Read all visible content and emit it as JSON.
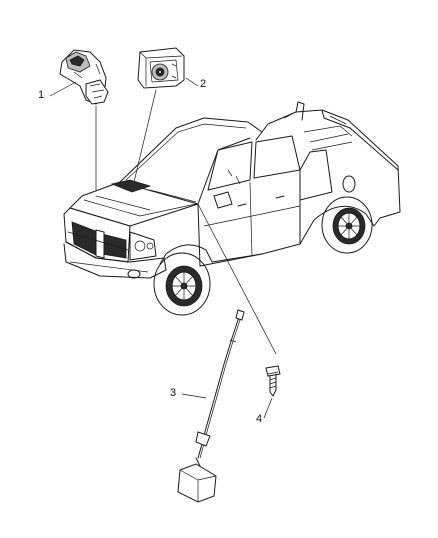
{
  "callouts": [
    {
      "id": "1",
      "label": "1"
    },
    {
      "id": "2",
      "label": "2"
    },
    {
      "id": "3",
      "label": "3"
    },
    {
      "id": "4",
      "label": "4"
    }
  ],
  "parts": [
    {
      "callout": "1",
      "icon": "rain-sensor-module-icon"
    },
    {
      "callout": "2",
      "icon": "rain-sensor-bracket-icon"
    },
    {
      "callout": "3",
      "icon": "wiring-harness-icon"
    },
    {
      "callout": "4",
      "icon": "screw-icon"
    }
  ],
  "vehicle": {
    "icon": "pickup-truck-icon"
  },
  "colors": {
    "line": "#1a1a1a",
    "background": "#ffffff"
  }
}
